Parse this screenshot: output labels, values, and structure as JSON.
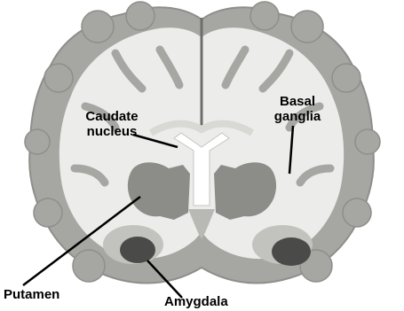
{
  "labels": {
    "caudate": "Caudate\nnucleus",
    "basal": "Basal\nganglia",
    "putamen": "Putamen",
    "amygdala": "Amygdala"
  },
  "colors": {
    "white_matter": "#ececea",
    "gray_matter": "#a6a6a2",
    "basal_ganglia": "#8c8c88",
    "amygdala": "#4a4a48",
    "leader_line": "#000000"
  }
}
